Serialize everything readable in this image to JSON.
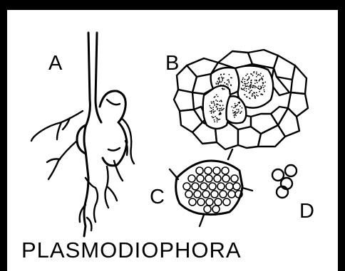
{
  "figure": {
    "labels": {
      "a": "A",
      "b": "B",
      "c": "C",
      "d": "D"
    },
    "title": "PLASMODIOPHORA"
  }
}
